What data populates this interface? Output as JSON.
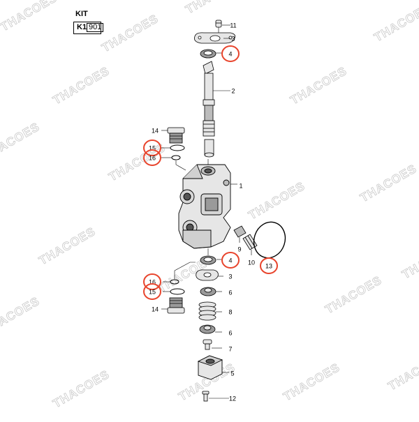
{
  "kit": {
    "title": "KIT",
    "prefix": "K1",
    "code": "901"
  },
  "watermark": "THACOES",
  "colors": {
    "highlight": "#e8442c",
    "line": "#000000",
    "part_fill": "#e6e6e6",
    "part_dark": "#8a8a8a"
  },
  "callouts": [
    {
      "id": "c11",
      "label": "11",
      "highlighted": false
    },
    {
      "id": "c3a",
      "label": "3",
      "highlighted": false
    },
    {
      "id": "c4a",
      "label": "4",
      "highlighted": true
    },
    {
      "id": "c2",
      "label": "2",
      "highlighted": false
    },
    {
      "id": "c14a",
      "label": "14",
      "highlighted": false
    },
    {
      "id": "c15a",
      "label": "15",
      "highlighted": true
    },
    {
      "id": "c16a",
      "label": "16",
      "highlighted": true
    },
    {
      "id": "c1",
      "label": "1",
      "highlighted": false
    },
    {
      "id": "c9",
      "label": "9",
      "highlighted": false
    },
    {
      "id": "c10",
      "label": "10",
      "highlighted": false
    },
    {
      "id": "c13",
      "label": "13",
      "highlighted": true
    },
    {
      "id": "c4b",
      "label": "4",
      "highlighted": true
    },
    {
      "id": "c3b",
      "label": "3",
      "highlighted": false
    },
    {
      "id": "c16b",
      "label": "16",
      "highlighted": true
    },
    {
      "id": "c15b",
      "label": "15",
      "highlighted": true
    },
    {
      "id": "c6a",
      "label": "6",
      "highlighted": false
    },
    {
      "id": "c14b",
      "label": "14",
      "highlighted": false
    },
    {
      "id": "c8",
      "label": "8",
      "highlighted": false
    },
    {
      "id": "c6b",
      "label": "6",
      "highlighted": false
    },
    {
      "id": "c7",
      "label": "7",
      "highlighted": false
    },
    {
      "id": "c5",
      "label": "5",
      "highlighted": false
    },
    {
      "id": "c12",
      "label": "12",
      "highlighted": false
    }
  ]
}
